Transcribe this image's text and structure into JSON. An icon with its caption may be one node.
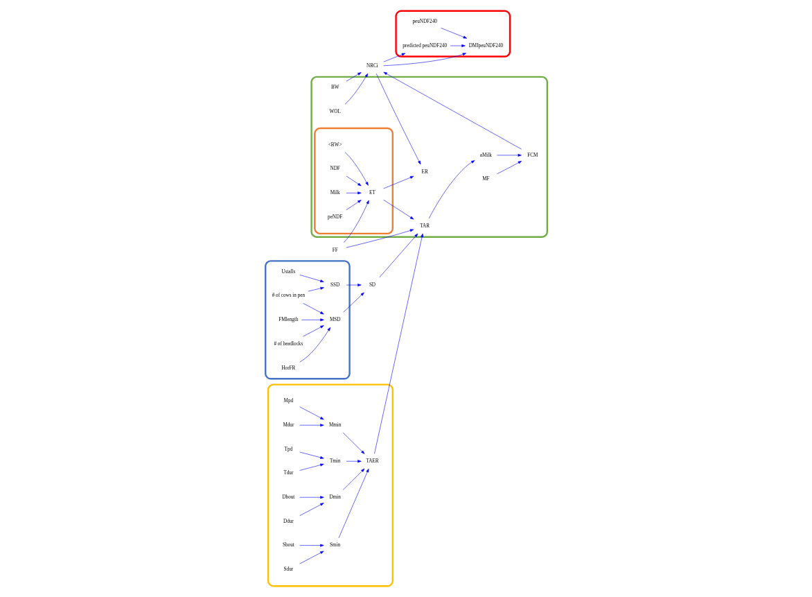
{
  "diagram": {
    "nodes": [
      {
        "text": [],
        "shape": "box"
      },
      {
        "text": [],
        "shape": "ellipse",
        "in": 0
      },
      {
        "text": [
          "<BW>"
        ],
        "in": 1
      },
      {
        "text": [
          "NDF"
        ],
        "in": 1
      },
      {
        "text": [
          "Milk"
        ],
        "in": 1
      },
      {
        "text": [
          "peNDF"
        ],
        "in": 1
      },
      {
        "text": [
          "ET"
        ],
        "in": 1
      },
      {
        "text": [
          "ER"
        ],
        "in": 0
      },
      {
        "text": [
          "MF"
        ],
        "in": 0
      },
      {
        "text": [
          "FCM"
        ],
        "in": 0
      },
      {
        "text": [
          "aMilk"
        ],
        "in": 0
      },
      {
        "text": [
          "TAR"
        ],
        "in": 0
      },
      {
        "text": [
          "BW"
        ],
        "in": 0
      },
      {
        "text": [
          "WOL"
        ],
        "in": 0
      },
      {
        "text": [
          "FF"
        ]
      },
      {
        "text": [
          "SD"
        ]
      },
      {
        "text": [
          "NRCi"
        ]
      },
      {
        "text": [],
        "shape": "box"
      },
      {
        "text": [
          "# of cows in pen"
        ],
        "in": 17
      },
      {
        "text": [
          "Ustalls"
        ],
        "in": 17
      },
      {
        "text": [
          "FMlength"
        ],
        "in": 17
      },
      {
        "text": [
          "# of headlocks"
        ],
        "in": 17
      },
      {
        "text": [
          "HorFR"
        ],
        "in": 17
      },
      {
        "text": [
          "SSD"
        ],
        "in": 17
      },
      {
        "text": [
          "MSD"
        ],
        "in": 17
      },
      {
        "text": [],
        "shape": "box"
      },
      {
        "text": [
          "peuNDF240"
        ],
        "in": 25
      },
      {
        "text": [
          "DMIpeuNDF240"
        ],
        "in": 25
      },
      {
        "text": [
          "predicted peuNDF240"
        ],
        "in": 25
      },
      {
        "text": [],
        "shape": "ellipse"
      },
      {
        "text": [
          "Mpd"
        ],
        "in": 29
      },
      {
        "text": [
          "Mdur"
        ],
        "in": 29
      },
      {
        "text": [
          "Mmin"
        ],
        "in": 29
      },
      {
        "text": [
          "Tpd"
        ],
        "in": 29
      },
      {
        "text": [
          "Tdur"
        ],
        "in": 29
      },
      {
        "text": [
          "Tmin"
        ],
        "in": 29
      },
      {
        "text": [
          "Dbout"
        ],
        "in": 29
      },
      {
        "text": [
          "Ddur"
        ],
        "in": 29
      },
      {
        "text": [
          "Dmin"
        ],
        "in": 29
      },
      {
        "text": [
          "Sbout"
        ],
        "in": 29
      },
      {
        "text": [
          "Sdur"
        ],
        "in": 29
      },
      {
        "text": [
          "Smin"
        ],
        "in": 29
      },
      {
        "text": [
          "TAER"
        ],
        "in": 29
      }
    ],
    "edges": [
      {
        "from": 2,
        "to": 6,
        "arrow": "to"
      },
      {
        "from": 3,
        "to": 6,
        "arrow": "to"
      },
      {
        "from": 4,
        "to": 6,
        "arrow": "to"
      },
      {
        "from": 5,
        "to": 6,
        "arrow": "to"
      },
      {
        "from": 14,
        "to": 6,
        "arrow": "to"
      },
      {
        "from": 6,
        "to": 7,
        "arrow": "to"
      },
      {
        "from": 6,
        "to": 11,
        "arrow": "to"
      },
      {
        "from": 14,
        "to": 11,
        "arrow": "to"
      },
      {
        "from": 18,
        "to": 23,
        "arrow": "to"
      },
      {
        "from": 18,
        "to": 24,
        "arrow": "to"
      },
      {
        "from": 19,
        "to": 23,
        "arrow": "to"
      },
      {
        "from": 20,
        "to": 24,
        "arrow": "to"
      },
      {
        "from": 21,
        "to": 24,
        "arrow": "to"
      },
      {
        "from": 22,
        "to": 24,
        "arrow": "to"
      },
      {
        "from": 23,
        "to": 15,
        "arrow": "to"
      },
      {
        "from": 24,
        "to": 15,
        "arrow": "to"
      },
      {
        "from": 15,
        "to": 11,
        "arrow": "to"
      },
      {
        "from": 42,
        "to": 11,
        "arrow": "to"
      },
      {
        "from": 11,
        "to": 10,
        "arrow": "to"
      },
      {
        "from": 10,
        "to": 9,
        "arrow": "to"
      },
      {
        "from": 8,
        "to": 9,
        "arrow": "to"
      },
      {
        "from": 9,
        "to": 16,
        "arrow": "to"
      },
      {
        "from": 16,
        "to": 7,
        "arrow": "to"
      },
      {
        "from": 12,
        "to": 16,
        "arrow": "to"
      },
      {
        "from": 13,
        "to": 16,
        "arrow": "to"
      },
      {
        "from": 16,
        "to": 27,
        "arrow": "to"
      },
      {
        "from": 16,
        "to": 28,
        "arrow": "to"
      },
      {
        "from": 26,
        "to": 27,
        "arrow": "to"
      },
      {
        "from": 28,
        "to": 27,
        "arrow": "to"
      },
      {
        "from": 30,
        "to": 32,
        "arrow": "to"
      },
      {
        "from": 31,
        "to": 32,
        "arrow": "to"
      },
      {
        "from": 33,
        "to": 35,
        "arrow": "to"
      },
      {
        "from": 34,
        "to": 35,
        "arrow": "to"
      },
      {
        "from": 36,
        "to": 38,
        "arrow": "to"
      },
      {
        "from": 37,
        "to": 38,
        "arrow": "to"
      },
      {
        "from": 39,
        "to": 41,
        "arrow": "to"
      },
      {
        "from": 40,
        "to": 41,
        "arrow": "to"
      },
      {
        "from": 32,
        "to": 42,
        "arrow": "to"
      },
      {
        "from": 35,
        "to": 42,
        "arrow": "to"
      },
      {
        "from": 38,
        "to": 42,
        "arrow": "to"
      },
      {
        "from": 41,
        "to": 42,
        "arrow": "to"
      }
    ]
  }
}
